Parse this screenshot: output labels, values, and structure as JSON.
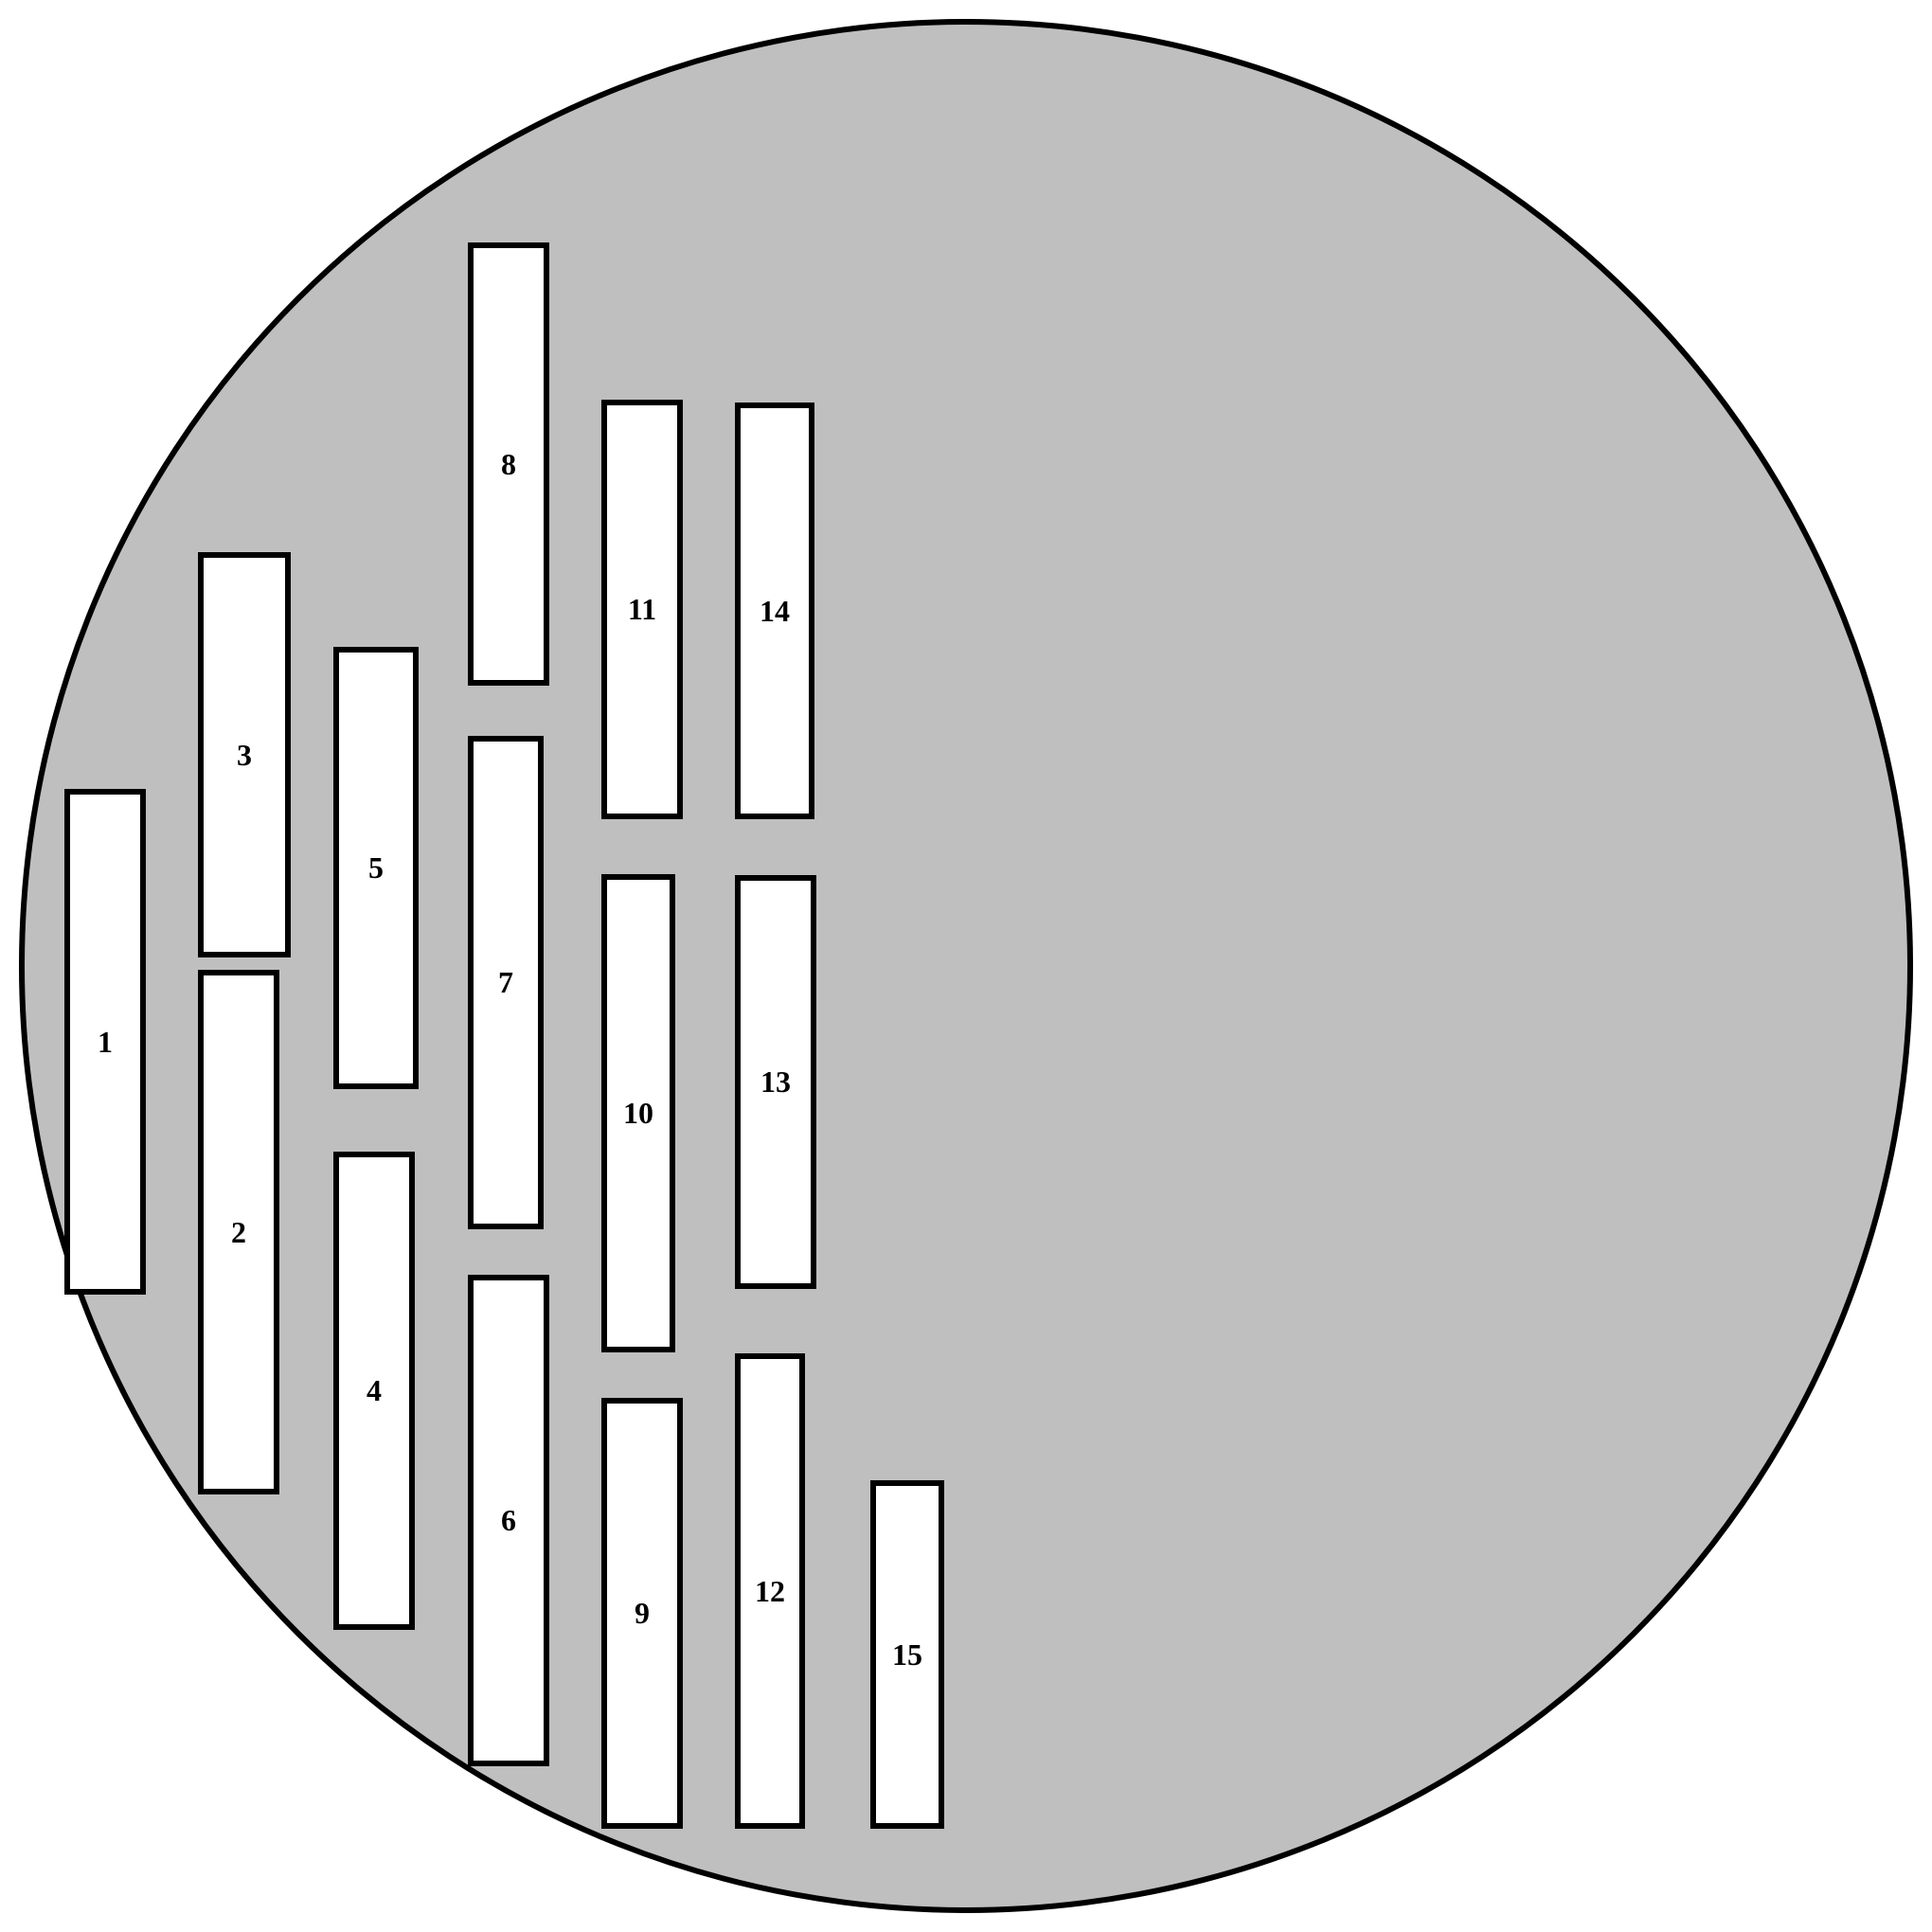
{
  "diagram": {
    "colors": {
      "dish_fill": "#bfbfbf",
      "outline": "#000000",
      "cell_fill": "#ffffff"
    },
    "cells": [
      {
        "label": "1"
      },
      {
        "label": "2"
      },
      {
        "label": "3"
      },
      {
        "label": "4"
      },
      {
        "label": "5"
      },
      {
        "label": "6"
      },
      {
        "label": "7"
      },
      {
        "label": "8"
      },
      {
        "label": "9"
      },
      {
        "label": "10"
      },
      {
        "label": "11"
      },
      {
        "label": "12"
      },
      {
        "label": "13"
      },
      {
        "label": "14"
      },
      {
        "label": "15"
      }
    ]
  }
}
